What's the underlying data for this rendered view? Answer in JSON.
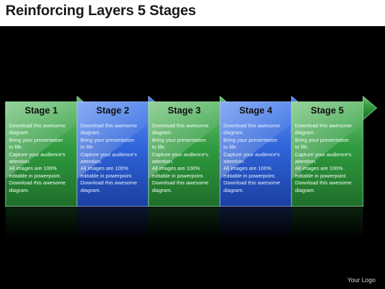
{
  "title": "Reinforcing Layers 5 Stages",
  "logo_text": "Your Logo",
  "colors": {
    "green": "#2f9a3f",
    "blue": "#2f63d8",
    "background": "#000000",
    "title_bar": "#ffffff"
  },
  "stages": [
    {
      "label": "Stage 1",
      "color": "green",
      "lines": [
        "Download this awesome",
        "diagram.",
        "Bring your presentation",
        "to life.",
        "Capture your audience's",
        "attention.",
        "All images are 100%",
        "editable in powerpoint.",
        "Download this awesome",
        "diagram."
      ]
    },
    {
      "label": "Stage 2",
      "color": "blue",
      "lines": [
        "Download this awesome",
        "diagram.",
        "Bring your presentation",
        "to life.",
        "Capture your audience's",
        "attention.",
        "All images are 100%",
        "editable in powerpoint.",
        "Download this awesome",
        "diagram."
      ]
    },
    {
      "label": "Stage 3",
      "color": "green",
      "lines": [
        "Download this awesome",
        "diagram.",
        "Bring your presentation",
        "to life.",
        "Capture your audience's",
        "attention.",
        "All images are 100%",
        "editable in powerpoint.",
        "Download this awesome",
        "diagram."
      ]
    },
    {
      "label": "Stage 4",
      "color": "blue",
      "lines": [
        "Download this awesome",
        "diagram.",
        "Bring your presentation",
        "to life.",
        "Capture your audience's",
        "attention.",
        "All images are 100%",
        "editable in powerpoint.",
        "Download this awesome",
        "diagram."
      ]
    },
    {
      "label": "Stage 5",
      "color": "green",
      "lines": [
        "Download this awesome",
        "diagram.",
        "Bring your presentation",
        "to life.",
        "Capture your audience's",
        "attention.",
        "All images are 100%",
        "editable in powerpoint.",
        "Download this awesome",
        "diagram."
      ]
    }
  ]
}
